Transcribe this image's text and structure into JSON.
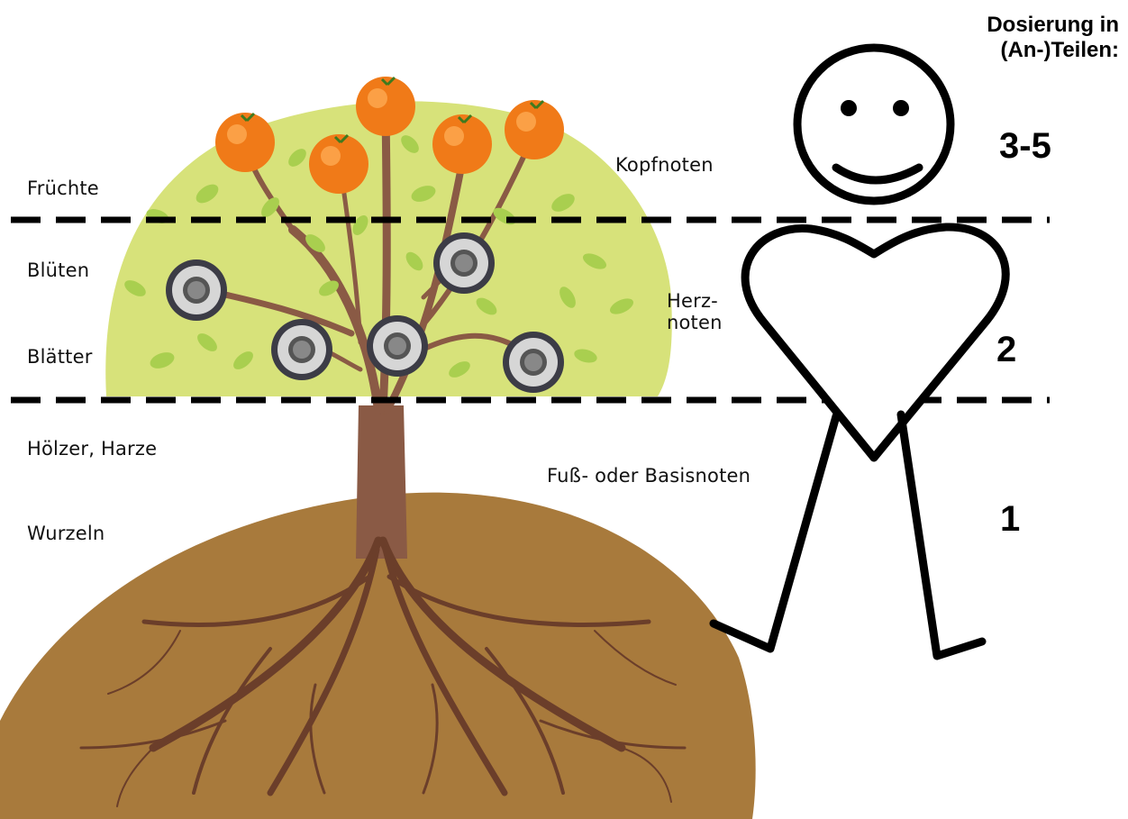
{
  "tree_labels": {
    "fruits": "Früchte",
    "blossoms": "Blüten",
    "leaves": "Blätter",
    "woods": "Hölzer, Harze",
    "roots": "Wurzeln"
  },
  "note_labels": {
    "top": "Kopfnoten",
    "heart_line1": "Herz-",
    "heart_line2": "noten",
    "base": "Fuß- oder Basisnoten"
  },
  "dosage": {
    "title_line1": "Dosierung in",
    "title_line2": "(An-)Teilen:",
    "top": "3-5",
    "heart": "2",
    "base": "1"
  },
  "colors": {
    "canopy": "#d7e27a",
    "soil": "#a87a3c",
    "trunk": "#8a5a45",
    "orange": "#f07a18",
    "leaf": "#a9cf4f",
    "blossom_dark": "#3c3c46",
    "blossom_light": "#d6d6d6"
  }
}
